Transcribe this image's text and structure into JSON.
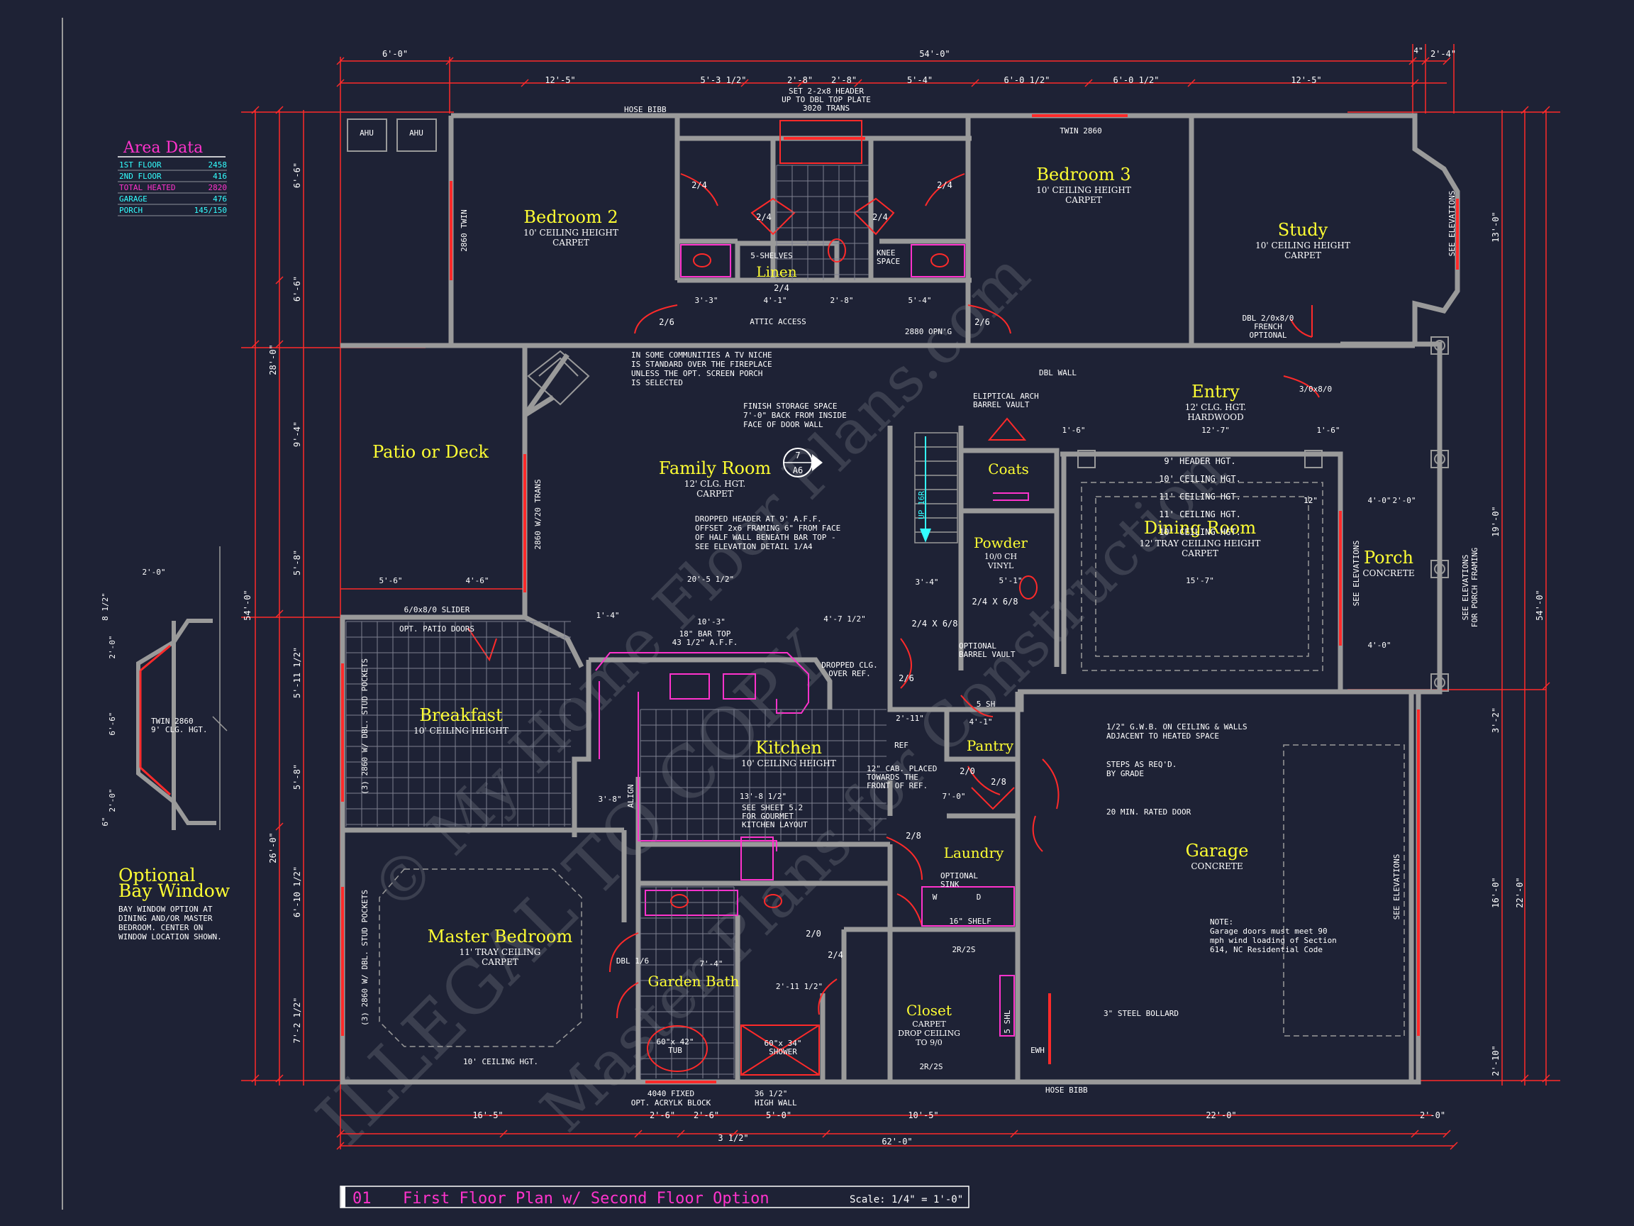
{
  "title": {
    "number": "01",
    "text": "First Floor Plan w/ Second Floor Option",
    "scale": "Scale: 1/4\" = 1'-0\""
  },
  "area_data": {
    "heading": "Area Data",
    "rows": [
      {
        "label": "1ST FLOOR",
        "value": "2458"
      },
      {
        "label": "2ND FLOOR",
        "value": "416"
      },
      {
        "label": "TOTAL HEATED",
        "value": "2820"
      },
      {
        "label": "GARAGE",
        "value": "476"
      },
      {
        "label": "PORCH",
        "value": "145/150"
      }
    ]
  },
  "watermark": [
    "© My Home Floor Plans.com",
    "Master Plans for Construction",
    "ILLEGAL TO COPY"
  ],
  "colors": {
    "background": "#1e2235",
    "walls": "#9a9a9a",
    "red": "#ff2a2a",
    "yellow": "#ffff33",
    "magenta": "#ff33cc",
    "cyan": "#33ffff",
    "white": "#ffffff"
  },
  "rooms": {
    "bedroom2": {
      "name": "Bedroom 2",
      "l1": "10' CEILING HEIGHT",
      "l2": "CARPET"
    },
    "bedroom3": {
      "name": "Bedroom 3",
      "l1": "10' CEILING HEIGHT",
      "l2": "CARPET"
    },
    "study": {
      "name": "Study",
      "l1": "10' CEILING HEIGHT",
      "l2": "CARPET"
    },
    "linen": {
      "name": "Linen"
    },
    "patio": {
      "name": "Patio or Deck"
    },
    "family": {
      "name": "Family Room",
      "l1": "12' CLG. HGT.",
      "l2": "CARPET"
    },
    "entry": {
      "name": "Entry",
      "l1": "12' CLG. HGT.",
      "l2": "HARDWOOD"
    },
    "coats": {
      "name": "Coats"
    },
    "powder": {
      "name": "Powder",
      "l1": "10/0 CH",
      "l2": "VINYL"
    },
    "dining": {
      "name": "Dining Room",
      "l1": "12' TRAY CEILING HEIGHT",
      "l2": "CARPET"
    },
    "porch": {
      "name": "Porch",
      "l1": "CONCRETE"
    },
    "breakfast": {
      "name": "Breakfast",
      "l1": "10' CEILING HEIGHT"
    },
    "kitchen": {
      "name": "Kitchen",
      "l1": "10' CEILING HEIGHT"
    },
    "pantry": {
      "name": "Pantry"
    },
    "laundry": {
      "name": "Laundry"
    },
    "garage": {
      "name": "Garage",
      "l1": "CONCRETE"
    },
    "master": {
      "name": "Master Bedroom",
      "l1": "11' TRAY CEILING",
      "l2": "CARPET"
    },
    "bath": {
      "name": "Garden Bath"
    },
    "closet": {
      "name": "Closet",
      "l1": "CARPET",
      "l2": "DROP CEILING",
      "l3": "TO 9/0"
    }
  },
  "bay": {
    "title1": "Optional",
    "title2": "Bay Window",
    "note": [
      "BAY WINDOW OPTION AT",
      "DINING AND/OR MASTER",
      "BEDROOM.  CENTER ON",
      "WINDOW LOCATION SHOWN."
    ]
  },
  "notes": {
    "tv": [
      "IN SOME COMMUNITIES A TV NICHE",
      "IS STANDARD OVER THE FIREPLACE",
      "UNLESS THE OPT. SCREEN PORCH",
      "IS SELECTED"
    ],
    "storage": [
      "FINISH STORAGE SPACE",
      "7'-0\" BACK FROM INSIDE",
      "FACE OF DOOR WALL"
    ],
    "header": [
      "DROPPED HEADER AT 9' A.F.F.",
      "OFFSET 2x6 FRAMING 6\" FROM FACE",
      "OF HALF WALL BENEATH BAR TOP -",
      "SEE ELEVATION DETAIL 1/A4"
    ],
    "gwb": [
      "1/2\" G.W.B. ON CEILING & WALLS",
      "ADJACENT TO HEATED SPACE"
    ],
    "steps": [
      "STEPS AS REQ'D.",
      "BY GRADE"
    ],
    "rated": "20 MIN. RATED DOOR",
    "garage_note": [
      "NOTE:",
      "Garage doors must meet 90",
      "mph wind loading of Section",
      "614, NC Residential Code"
    ],
    "bollard": "3\" STEEL BOLLARD",
    "hose_top": "HOSE BIBB",
    "hose_bot": "HOSE BIBB",
    "set_header": [
      "SET 2-2x8 HEADER",
      "UP TO DBL TOP PLATE",
      "3020 TRANS"
    ],
    "slider": "6/0x8/0 SLIDER",
    "opt_patio": "OPT. PATIO DOORS",
    "bar_top": [
      "18\" BAR TOP",
      "43 1/2\" A.F.F."
    ],
    "dropped_clg": [
      "DROPPED CLG.",
      "OVER REF."
    ],
    "gourmet": [
      "SEE SHEET 5.2",
      "FOR GOURMET",
      "KITCHEN LAYOUT"
    ],
    "cab": [
      "12\" CAB. PLACED",
      "TOWARDS THE",
      "FRONT OF REF."
    ],
    "ellip": [
      "ELIPTICAL ARCH",
      "BARREL VAULT"
    ],
    "opt_barrel": [
      "OPTIONAL",
      "BARREL VAULT"
    ],
    "dbl_wall": "DBL WALL",
    "french": [
      "DBL 2/0x8/0",
      "FRENCH",
      "OPTIONAL"
    ],
    "tub": [
      "60\"x 42\"",
      "TUB"
    ],
    "shower": [
      "60\"x 34\"",
      "SHOWER"
    ],
    "acrylic": [
      "4040 FIXED",
      "OPT. ACRYLK BLOCK"
    ],
    "half_wall": [
      "36 1/2\"",
      "HIGH WALL"
    ],
    "opt_sink": [
      "OPTIONAL",
      "SINK"
    ],
    "shelf": "16\" SHELF",
    "ceiling10": "10' CEILING HGT.",
    "attic": "ATTIC ACCESS",
    "shelves": "5-SHELVES",
    "knee": [
      "KNEE",
      "SPACE"
    ],
    "ahu": "AHU",
    "twin2860": "TWIN 2860",
    "opng": "2880 OPN'G",
    "dining_ceil": [
      "9' HEADER HGT.",
      "10' CEILING HGT.",
      "11' CEILING HGT.",
      "11' CEILING HGT.",
      "10' CEILING HGT."
    ],
    "see_elev": "SEE ELEVATIONS",
    "porch_framing": [
      "SEE ELEVATIONS",
      "FOR PORCH FRAMING"
    ],
    "ewh": "EWH",
    "ref": "REF",
    "align": "ALIGN",
    "w": "W",
    "d": "D",
    "up": "UP 16R",
    "sect_a": "7",
    "sect_b": "A6",
    "trans": "2860 W/20 TRANS",
    "pockets": "(3) 2860 W/ DBL. STUD POCKETS",
    "bay_twin": [
      "TWIN 2860",
      "9' CLG. HGT."
    ],
    "twin_w": "2860 TWIN",
    "shel_5": "5 SH",
    "shel_5b": "5 SHL",
    "dbl16": "DBL 1/6",
    "sw": "3/0x8/0",
    "two_r": "2R/2S"
  },
  "dims": {
    "top1": "6'-0\"",
    "top2": "54'-0\"",
    "top3": "4\"",
    "top4": "2'-4\"",
    "r1": [
      "12'-5\"",
      "5'-3 1/2\"",
      "2'-8\"",
      "2'-8\"",
      "5'-4\"",
      "6'-0 1/2\"",
      "6'-0 1/2\"",
      "12'-5\""
    ],
    "bot": [
      "16'-5\"",
      "2'-6\"",
      "2'-6\"",
      "5'-0\"",
      "10'-5\"",
      "22'-0\"",
      "2'-0\""
    ],
    "bot2": "3 1/2\"",
    "bot3": "62'-0\"",
    "left1": [
      "6'-6\"",
      "6'-6\"",
      "9'-4\"",
      "5'-8\"",
      "5'-11 1/2\"",
      "5'-8\"",
      "6'-10 1/2\"",
      "7'-2 1/2\""
    ],
    "left2": [
      "28'-0\"",
      "26'-0\""
    ],
    "left3": "54'-0\"",
    "right1": [
      "13'-0\"",
      "19'-0\"",
      "3'-2\"",
      "16'-0\"",
      "2'-10\""
    ],
    "right2": [
      "54'-0\"",
      "22'-0\""
    ],
    "inner": [
      "3'-3\"",
      "4'-1\"",
      "2'-8\"",
      "5'-4\"",
      "10'-3\"",
      "20'-5 1/2\"",
      "5'-6\"",
      "4'-6\"",
      "1'-4\"",
      "4'-7 1/2\"",
      "15'-7\"",
      "4'-0\"",
      "2'-0\"",
      "4'-0\"",
      "12'-7\"",
      "1'-6\"",
      "1'-6\"",
      "3'-8\"",
      "13'-8 1/2\"",
      "7'-0\"",
      "7'-4\"",
      "2'-11 1/2\"",
      "5'-1\"",
      "3'-4\"",
      "4'-1\"",
      "2'-11\"",
      "12\"",
      "12\""
    ],
    "bay": [
      "2'-0\"",
      "8 1/2\"",
      "2'-0\"",
      "6'-6\"",
      "2'-0\"",
      "6\""
    ]
  },
  "doors": [
    "2/4",
    "2/4",
    "2/4",
    "2/4",
    "2/4",
    "2/6",
    "2/6",
    "2/6",
    "2/8",
    "2/8",
    "2/0",
    "2/0",
    "2/4",
    "2/4 X 6/8",
    "2/4 X 6/8"
  ]
}
